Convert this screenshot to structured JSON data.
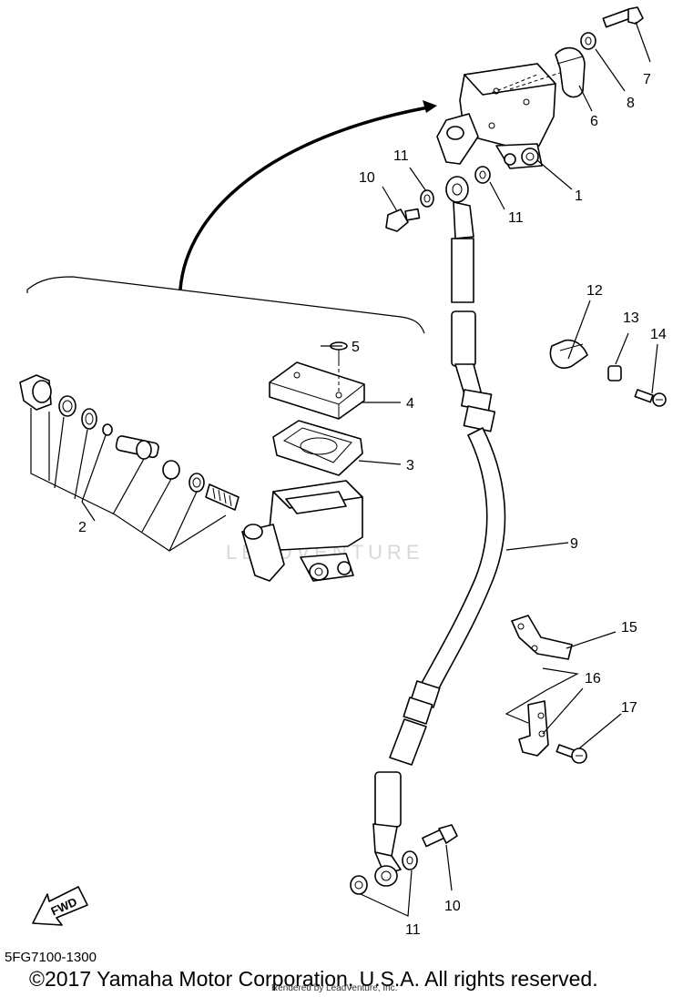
{
  "diagram": {
    "callouts": {
      "c1": "1",
      "c2": "2",
      "c3": "3",
      "c4": "4",
      "c5": "5",
      "c6": "6",
      "c7": "7",
      "c8": "8",
      "c9": "9",
      "c10a": "10",
      "c10b": "10",
      "c11a": "11",
      "c11b": "11",
      "c11c": "11",
      "c12": "12",
      "c13": "13",
      "c14": "14",
      "c15": "15",
      "c16": "16",
      "c17": "17"
    },
    "fwd_label": "FWD",
    "watermark": "LEADVENTURE"
  },
  "footer": {
    "part_code": "5FG7100-1300",
    "copyright": "©2017 Yamaha Motor Corporation, U.S.A. All rights reserved.",
    "rendered_by": "Rendered by LeadVenture, Inc."
  }
}
